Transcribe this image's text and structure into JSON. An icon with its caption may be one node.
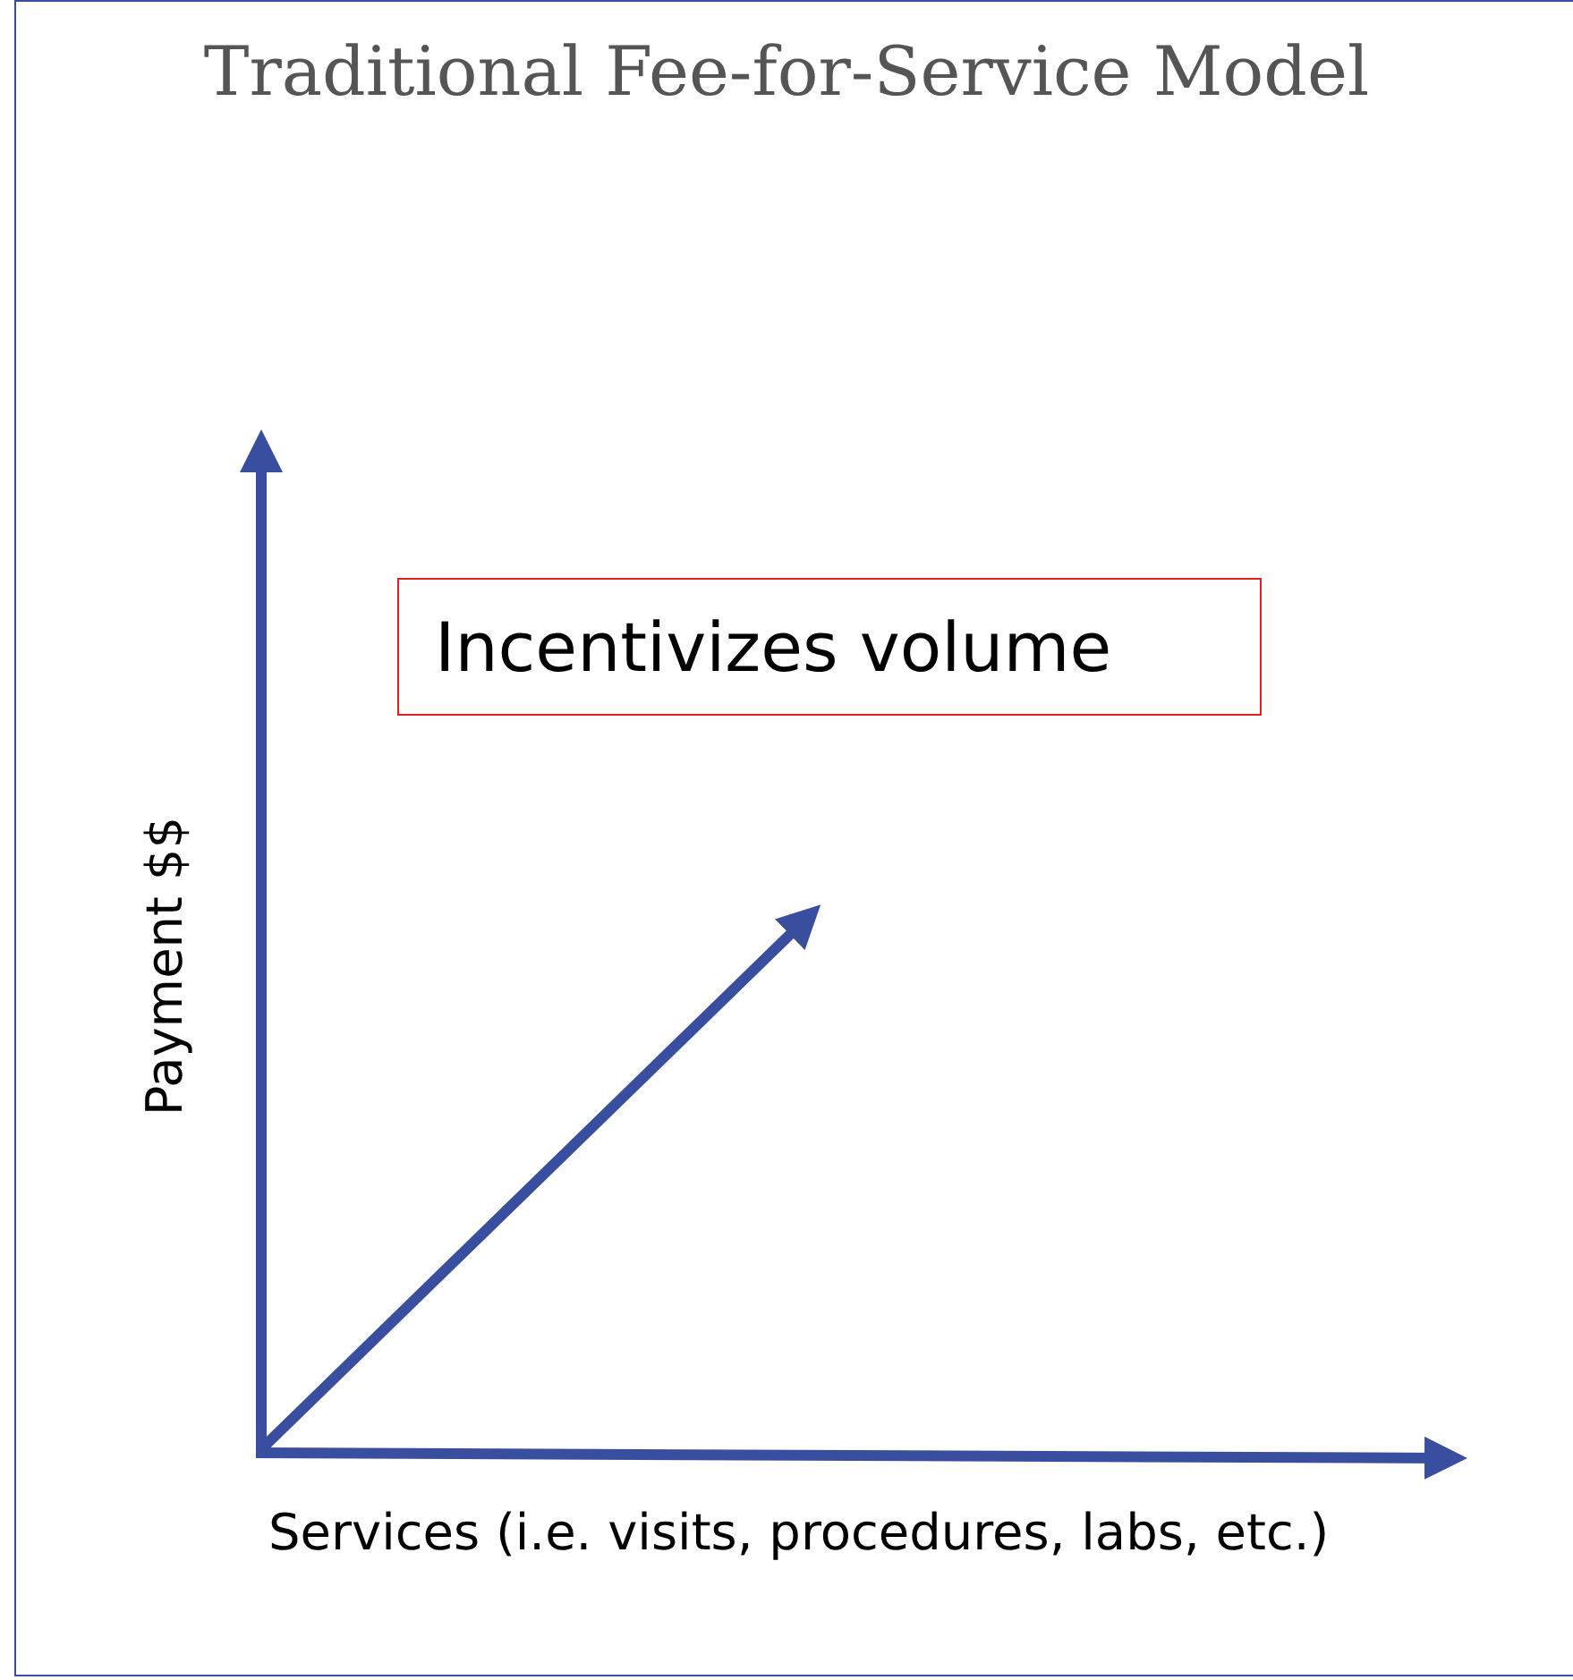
{
  "diagram": {
    "title": "Traditional Fee-for-Service Model",
    "nodes": [
      {
        "text": [
          "Incentivizes volume"
        ]
      }
    ],
    "labels": [
      "Payment $$",
      "Services (i.e. visits, procedures, labs, etc.)"
    ]
  }
}
